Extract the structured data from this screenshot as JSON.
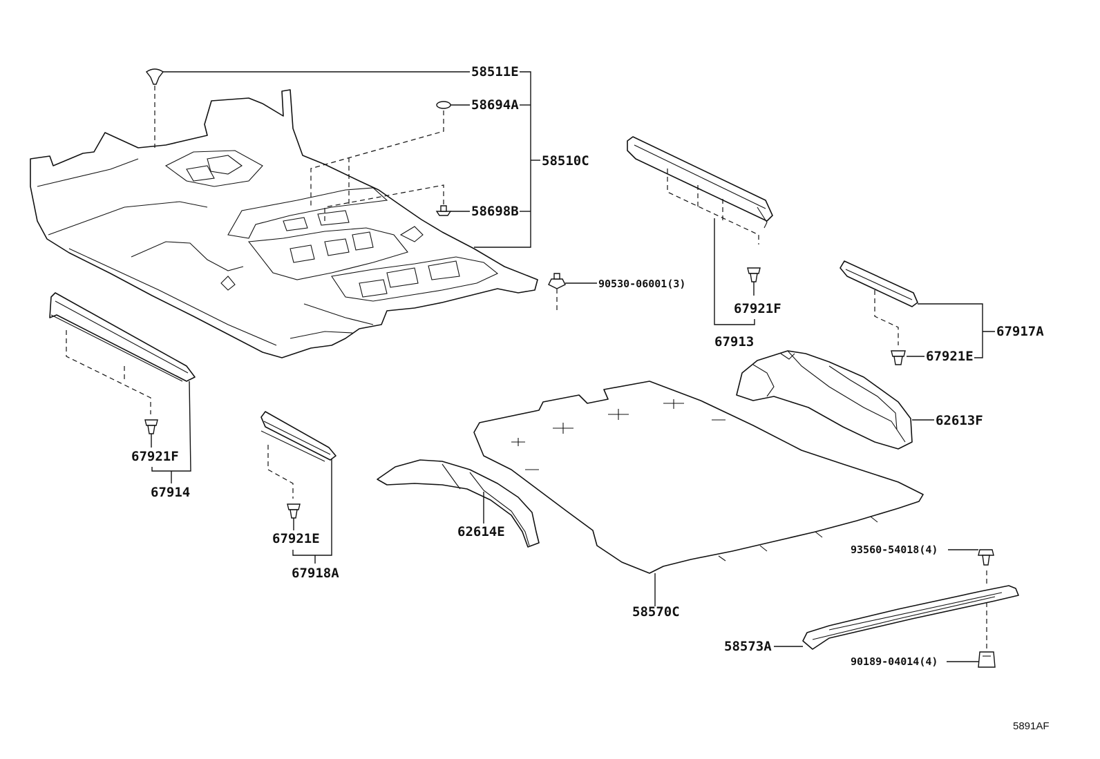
{
  "parts": {
    "p58511E": "58511E",
    "p58694A": "58694A",
    "p58510C": "58510C",
    "p58698B": "58698B",
    "p90530": "90530-06001(3)",
    "p67921F_right": "67921F",
    "p67913": "67913",
    "p67917A": "67917A",
    "p67921E_right": "67921E",
    "p62613F": "62613F",
    "p67921F_left": "67921F",
    "p67914": "67914",
    "p67921E_left": "67921E",
    "p67918A": "67918A",
    "p62614E": "62614E",
    "p58570C": "58570C",
    "p93560": "93560-54018(4)",
    "p58573A": "58573A",
    "p90189": "90189-04014(4)"
  },
  "diagram_code": "5891AF"
}
